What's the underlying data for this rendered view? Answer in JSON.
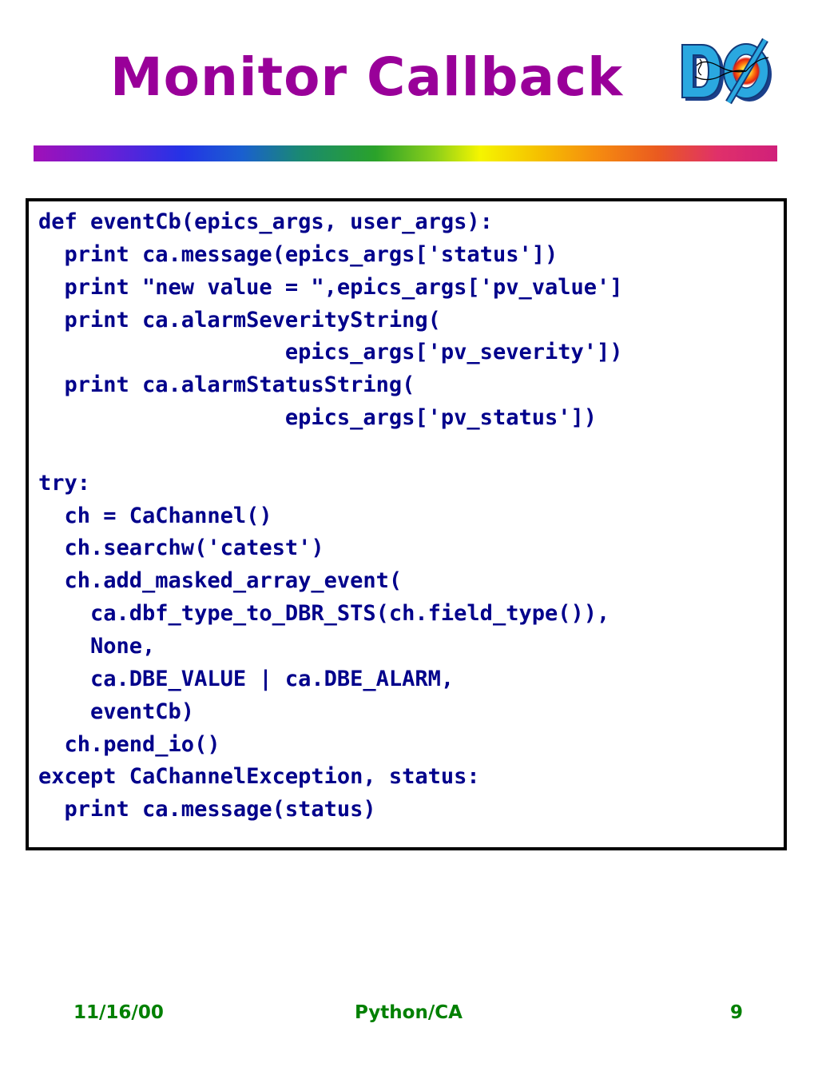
{
  "slide": {
    "title": "Monitor Callback",
    "logo": {
      "icon": "dzero-experiment-logo",
      "text": "DØ"
    },
    "code_lines": [
      "def eventCb(epics_args, user_args):",
      "  print ca.message(epics_args['status'])",
      "  print \"new value = \",epics_args['pv_value']",
      "  print ca.alarmSeverityString(",
      "                   epics_args['pv_severity'])",
      "  print ca.alarmStatusString(",
      "                   epics_args['pv_status'])",
      "",
      "try:",
      "  ch = CaChannel()",
      "  ch.searchw('catest')",
      "  ch.add_masked_array_event(",
      "    ca.dbf_type_to_DBR_STS(ch.field_type()),",
      "    None,",
      "    ca.DBE_VALUE | ca.DBE_ALARM,",
      "    eventCb)",
      "  ch.pend_io()",
      "except CaChannelException, status:",
      "  print ca.message(status)"
    ],
    "footer": {
      "date": "11/16/00",
      "center": "Python/CA",
      "page": "9"
    }
  },
  "colors": {
    "title": "#990099",
    "code": "#00008b",
    "footer": "#008000",
    "logo_letters": "#2aa8e0"
  }
}
